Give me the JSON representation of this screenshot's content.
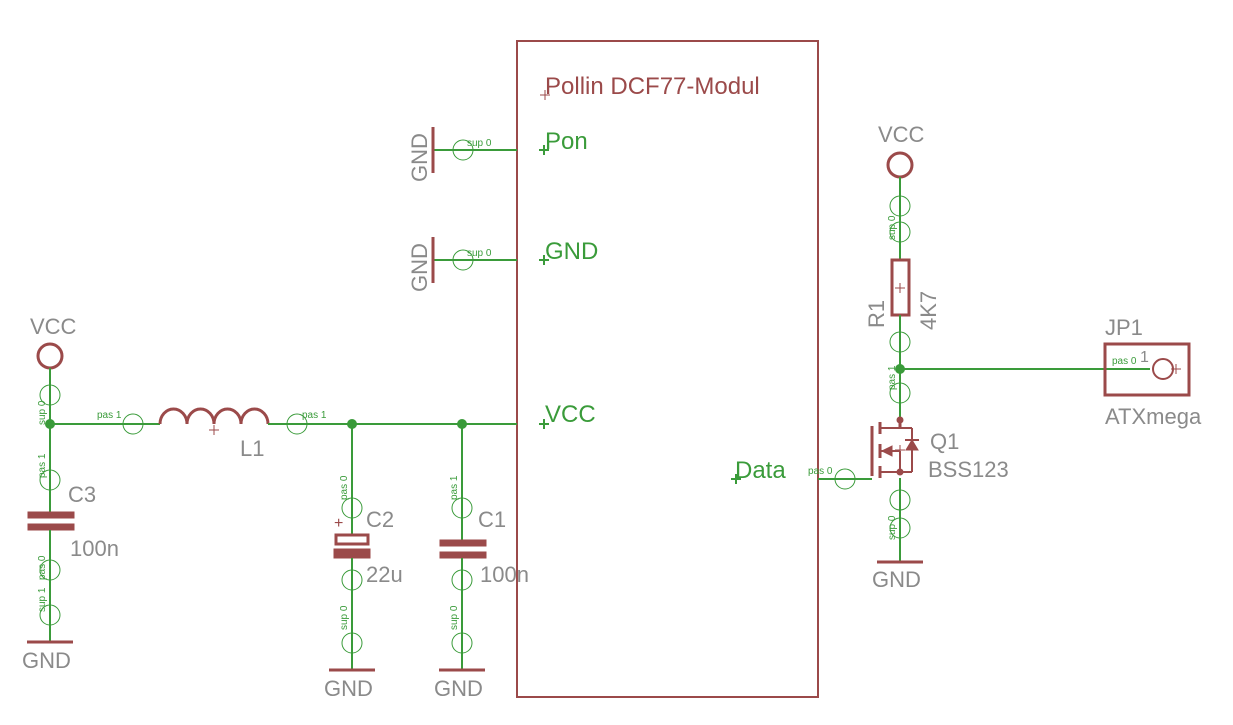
{
  "module": {
    "title": "Pollin DCF77-Modul",
    "pins": {
      "pon": "Pon",
      "gnd": "GND",
      "vcc": "VCC",
      "data": "Data"
    }
  },
  "supplies": {
    "vcc": "VCC",
    "gnd": "GND"
  },
  "components": {
    "l1": {
      "name": "L1"
    },
    "c1": {
      "name": "C1",
      "value": "100n"
    },
    "c2": {
      "name": "C2",
      "value": "22u",
      "polarity": "+"
    },
    "c3": {
      "name": "C3",
      "value": "100n"
    },
    "r1": {
      "name": "R1",
      "value": "4K7"
    },
    "q1": {
      "name": "Q1",
      "value": "BSS123"
    },
    "jp1": {
      "name": "JP1",
      "value": "ATXmega",
      "pin": "1"
    }
  },
  "pin_tags": {
    "sup0": "sup 0",
    "pas0": "pas 0",
    "pas1": "pas 1",
    "sup1": "sup 1"
  }
}
